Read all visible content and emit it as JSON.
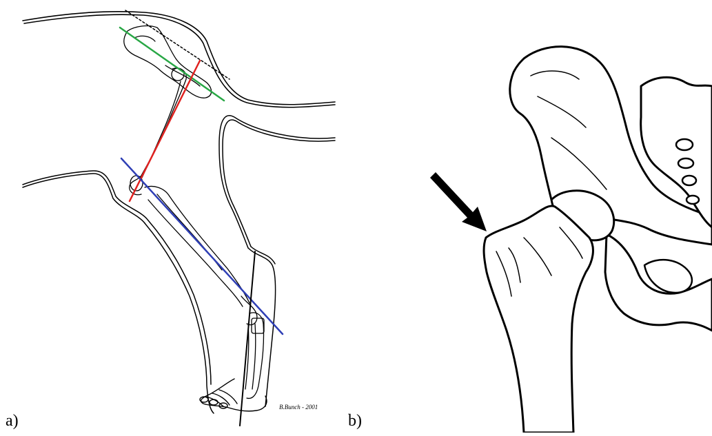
{
  "panels": [
    {
      "id": "a",
      "label": "a)"
    },
    {
      "id": "b",
      "label": "b)"
    }
  ],
  "signature": "B.Bunch - 2001",
  "colors": {
    "ink": "#000000",
    "paper": "#ffffff",
    "axis_femur": "#e0211f",
    "axis_tibia": "#2f3fb5",
    "axis_pelvis": "#28a745",
    "axis_metatarsus": "#000000"
  },
  "icons": [
    "arrow-pointer-icon"
  ]
}
